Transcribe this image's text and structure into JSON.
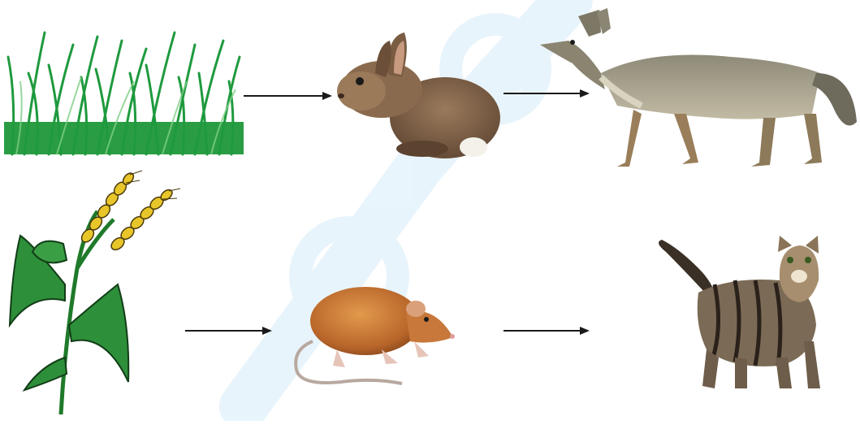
{
  "chains": [
    {
      "organisms": [
        {
          "name": "grass",
          "icon": "grass-icon"
        },
        {
          "name": "rabbit",
          "icon": "rabbit-icon"
        },
        {
          "name": "fox",
          "icon": "fox-icon"
        }
      ]
    },
    {
      "organisms": [
        {
          "name": "wheat",
          "icon": "wheat-icon"
        },
        {
          "name": "rat",
          "icon": "rat-icon"
        },
        {
          "name": "cat",
          "icon": "cat-icon"
        }
      ]
    }
  ],
  "colors": {
    "arrow": "#1a1a1a",
    "watermark": "#d7ecf9"
  }
}
